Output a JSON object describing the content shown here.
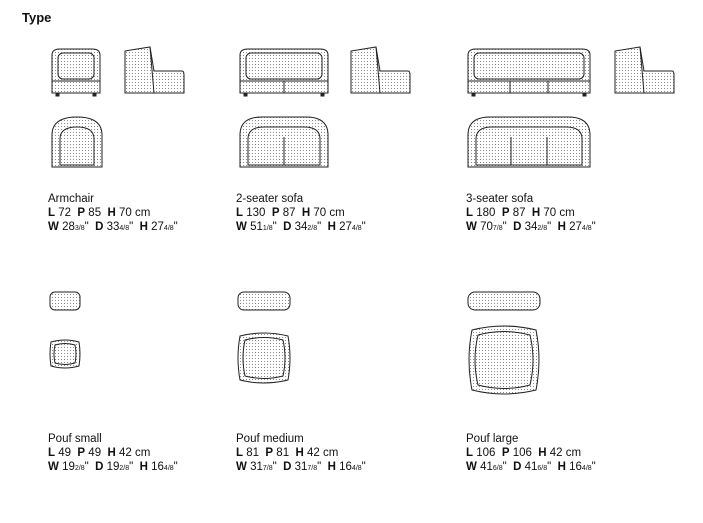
{
  "title": "Type",
  "items": [
    {
      "name": "Armchair",
      "L": "72",
      "P": "85",
      "H": "70",
      "W": "28",
      "Wf": "3/8",
      "D": "33",
      "Df": "4/8",
      "Hi": "27",
      "Hif": "4/8"
    },
    {
      "name": "2-seater sofa",
      "L": "130",
      "P": "87",
      "H": "70",
      "W": "51",
      "Wf": "1/8",
      "D": "34",
      "Df": "2/8",
      "Hi": "27",
      "Hif": "4/8"
    },
    {
      "name": "3-seater sofa",
      "L": "180",
      "P": "87",
      "H": "70",
      "W": "70",
      "Wf": "7/8",
      "D": "34",
      "Df": "2/8",
      "Hi": "27",
      "Hif": "4/8"
    },
    {
      "name": "Pouf small",
      "L": "49",
      "P": "49",
      "H": "42",
      "W": "19",
      "Wf": "2/8",
      "D": "19",
      "Df": "2/8",
      "Hi": "16",
      "Hif": "4/8"
    },
    {
      "name": "Pouf medium",
      "L": "81",
      "P": "81",
      "H": "42",
      "W": "31",
      "Wf": "7/8",
      "D": "31",
      "Df": "7/8",
      "Hi": "16",
      "Hif": "4/8"
    },
    {
      "name": "Pouf large",
      "L": "106",
      "P": "106",
      "H": "42",
      "W": "41",
      "Wf": "6/8",
      "D": "41",
      "Df": "6/8",
      "Hi": "16",
      "Hif": "4/8"
    }
  ],
  "labels": {
    "L": "L",
    "P": "P",
    "H": "H",
    "W": "W",
    "D": "D",
    "cm": "cm",
    "inch": "\""
  }
}
